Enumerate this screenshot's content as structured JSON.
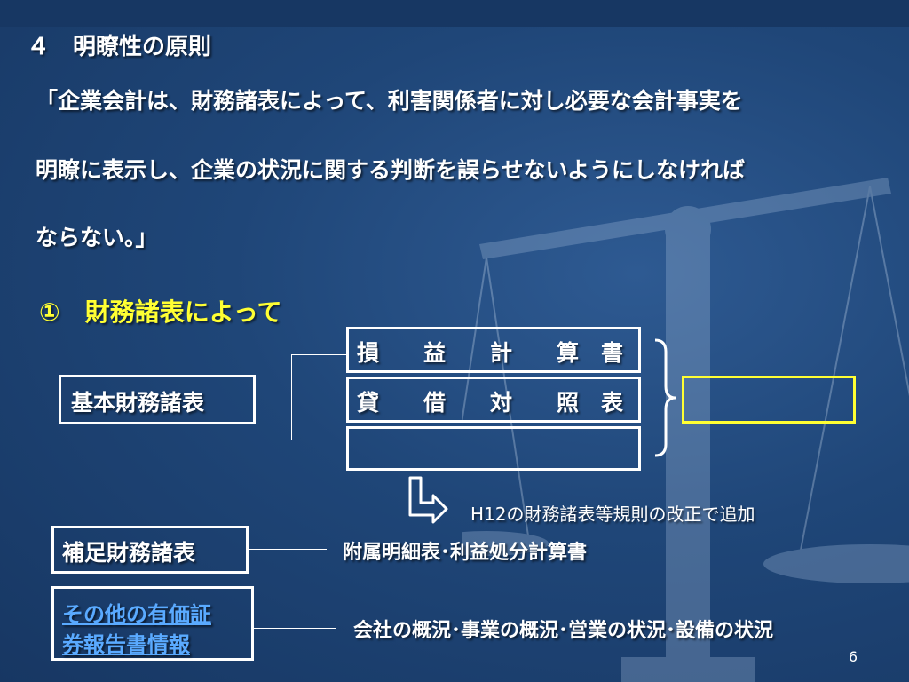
{
  "slide": {
    "title": "４　明瞭性の原則",
    "quote_lines": [
      "「企業会計は、財務諸表によって、利害関係者に対し必要な会計事実を",
      "明瞭に表示し、企業の状況に関する判断を誤らせないようにしなければ",
      "ならない。」"
    ],
    "subheading": "①　財務諸表によって",
    "basic_statements": "基本財務諸表",
    "statements": [
      {
        "label": "損　　益　　計　　算　書"
      },
      {
        "label": "貸　　借　　対　　照　表"
      },
      {
        "label": ""
      }
    ],
    "revision_note": "H12の財務諸表等規則の改正で追加",
    "supplementary_label": "補足財務諸表",
    "supplementary_items": "附属明細表･利益処分計算書",
    "other_info_line1": "その他の有価証",
    "other_info_line2": "券報告書情報",
    "other_info_items": "会社の概況･事業の概況･営業の状況･設備の状況",
    "page_number": "6"
  },
  "colors": {
    "background": "#1f4678",
    "highlight_yellow": "#ffff33",
    "link_blue": "#5aaaff"
  }
}
